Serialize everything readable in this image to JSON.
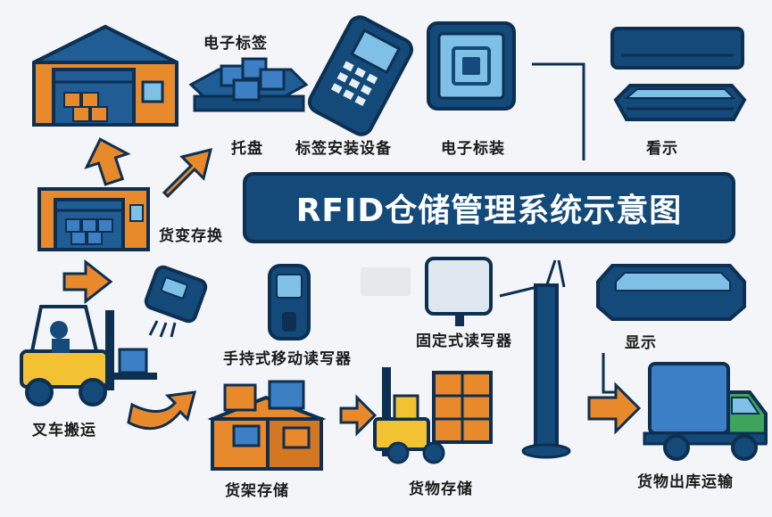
{
  "title": "RFID仓储管理系统示意图",
  "labels": {
    "electronic_tag": "电子标签",
    "pallet": "托盘",
    "tag_install_device": "标签安装设备",
    "electronic_tagging": "电子标装",
    "display_top": "看示",
    "goods_exchange": "货变存换",
    "handheld_reader": "手持式移动读写器",
    "fixed_reader": "固定式读写器",
    "display": "显示",
    "forklift_transport": "叉车搬运",
    "shelf_storage": "货架存储",
    "goods_storage": "货物存储",
    "goods_outbound": "货物出库运输"
  },
  "colors": {
    "navy": "#134a79",
    "dark": "#0c2f52",
    "orange": "#e8892c",
    "blue": "#3c7fc4",
    "light_blue": "#7fc0e6",
    "yellow": "#f2c233",
    "green": "#3ea35b"
  }
}
